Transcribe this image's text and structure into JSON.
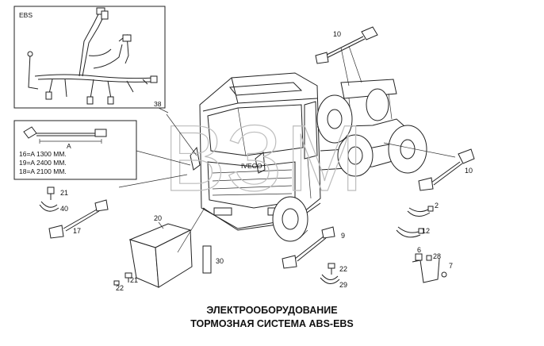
{
  "inset_ebs": {
    "label": "EBS",
    "part_number": "38"
  },
  "inset_cable": {
    "dimension_letter": "A",
    "lengths": [
      "16=A 1300 MM.",
      "19=A 2400 MM.",
      "18=A 2100 MM."
    ]
  },
  "callouts": {
    "c10_top": "10",
    "c10_right": "10",
    "c2": "2",
    "c12": "12",
    "c9": "9",
    "c6": "6",
    "c28": "28",
    "c7": "7",
    "c22_mid": "22",
    "c29": "29",
    "c21_left": "21",
    "c40": "40",
    "c17": "17",
    "c20": "20",
    "c21_bottom": "21",
    "c22_bottom": "22",
    "c30": "30"
  },
  "truck_grille_text": "IVECO",
  "watermark": "ВЗМ",
  "caption": {
    "line1": "ЭЛЕКТРООБОРУДОВАНИЕ",
    "line2": "ТОРМОЗНАЯ СИСТЕМА ABS-EBS"
  }
}
